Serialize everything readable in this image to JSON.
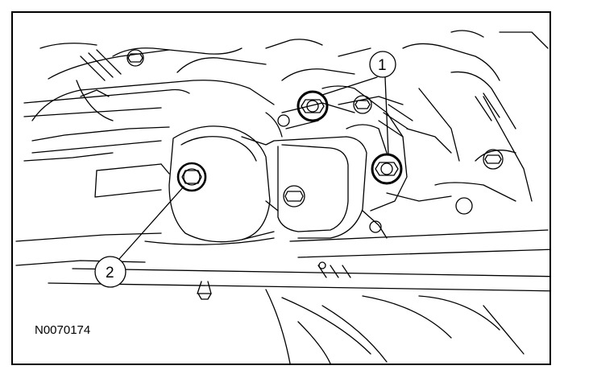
{
  "figure": {
    "id_text": "N0070174",
    "callouts": [
      {
        "number": "1"
      },
      {
        "number": "2"
      }
    ]
  },
  "colors": {
    "line": "#000000",
    "background": "#ffffff"
  },
  "icons": [
    "bolt-icon",
    "engine-mount-icon"
  ]
}
